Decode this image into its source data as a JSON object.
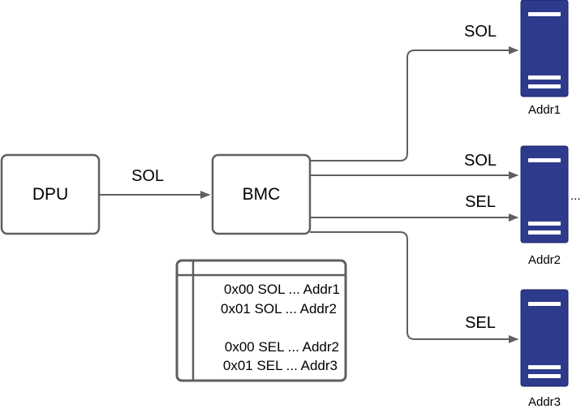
{
  "nodes": {
    "dpu": {
      "label": "DPU"
    },
    "bmc": {
      "label": "BMC"
    }
  },
  "edges": {
    "dpu_bmc": "SOL",
    "to_addr1": "SOL",
    "to_addr2_sol": "SOL",
    "to_addr2_sel": "SEL",
    "to_addr3": "SEL"
  },
  "servers": [
    {
      "label": "Addr1"
    },
    {
      "label": "Addr2"
    },
    {
      "label": "Addr3"
    }
  ],
  "ellipsis": "...",
  "mapping_table": {
    "rows": [
      "0x00 SOL ... Addr1",
      "0x01 SOL ... Addr2",
      "",
      "0x00 SEL ... Addr2",
      "0x01 SEL ... Addr3"
    ]
  },
  "colors": {
    "server_fill": "#2e3a8c",
    "stroke": "#5f5f5f",
    "arrow": "#5f5f5f"
  }
}
